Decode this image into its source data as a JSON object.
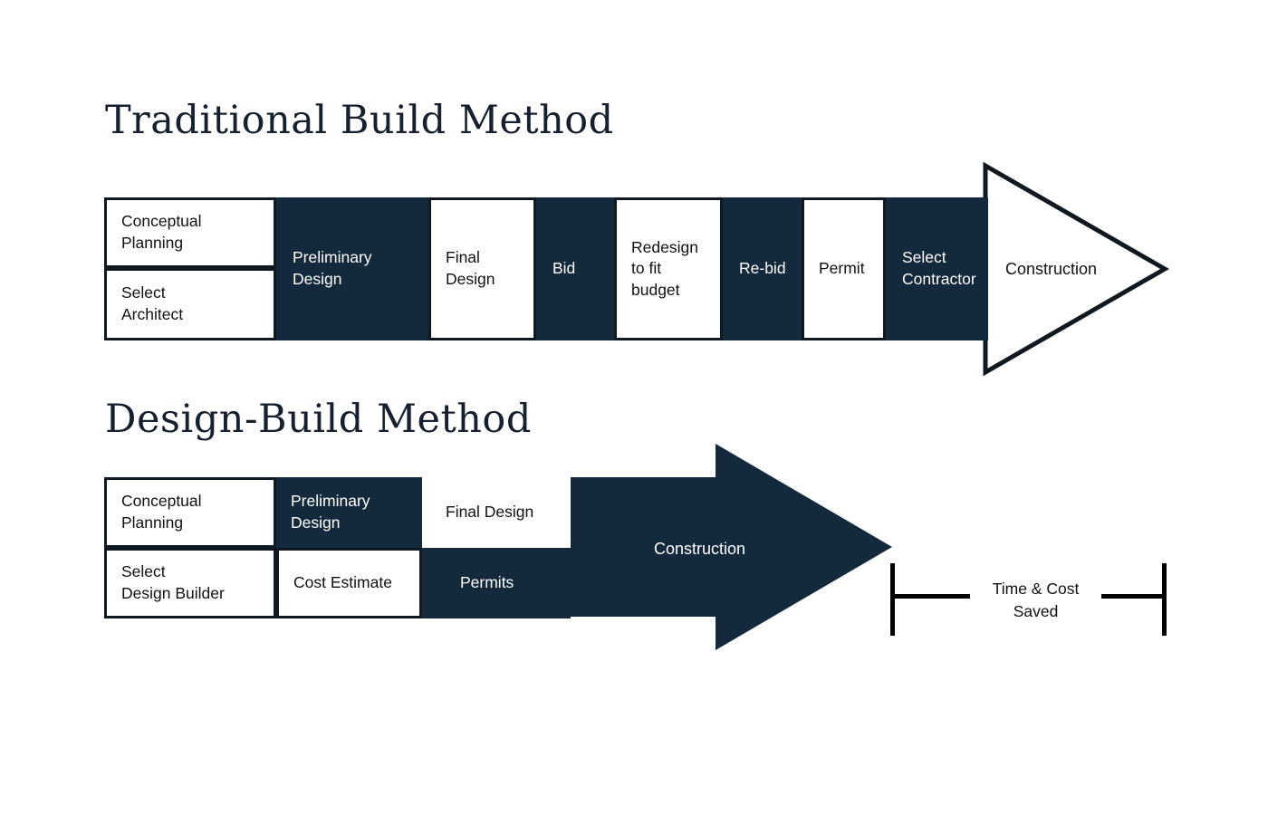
{
  "page": {
    "background": "#ffffff",
    "accent_dark": "#14293c",
    "outline": "#101820"
  },
  "traditional": {
    "title": "Traditional Build Method",
    "upper_phases": [
      {
        "label": "Conceptual\nPlanning",
        "style": "light"
      },
      {
        "label": "Preliminary\nDesign",
        "style": "dark"
      },
      {
        "label": "Final\nDesign",
        "style": "light"
      },
      {
        "label": "Bid",
        "style": "dark"
      },
      {
        "label": "Redesign\nto fit\nbudget",
        "style": "light"
      },
      {
        "label": "Re-bid",
        "style": "dark"
      },
      {
        "label": "Permit",
        "style": "light"
      },
      {
        "label": "Select\nContractor",
        "style": "dark"
      }
    ],
    "lower_phases": [
      {
        "label": "Select\nArchitect",
        "style": "light"
      }
    ],
    "arrow": {
      "label": "Construction",
      "fill": "white",
      "outlined": true
    }
  },
  "design_build": {
    "title": "Design-Build Method",
    "upper_phases": [
      {
        "label": "Conceptual\nPlanning",
        "style": "light"
      },
      {
        "label": "Preliminary\nDesign",
        "style": "dark"
      },
      {
        "label": "Final Design",
        "style": "light"
      }
    ],
    "lower_phases": [
      {
        "label": "Select\nDesign Builder",
        "style": "light"
      },
      {
        "label": "Cost Estimate",
        "style": "light"
      },
      {
        "label": "Permits",
        "style": "dark"
      }
    ],
    "arrow": {
      "label": "Construction",
      "fill": "#14293c",
      "outlined": false
    }
  },
  "savings": {
    "label": "Time & Cost\nSaved"
  }
}
